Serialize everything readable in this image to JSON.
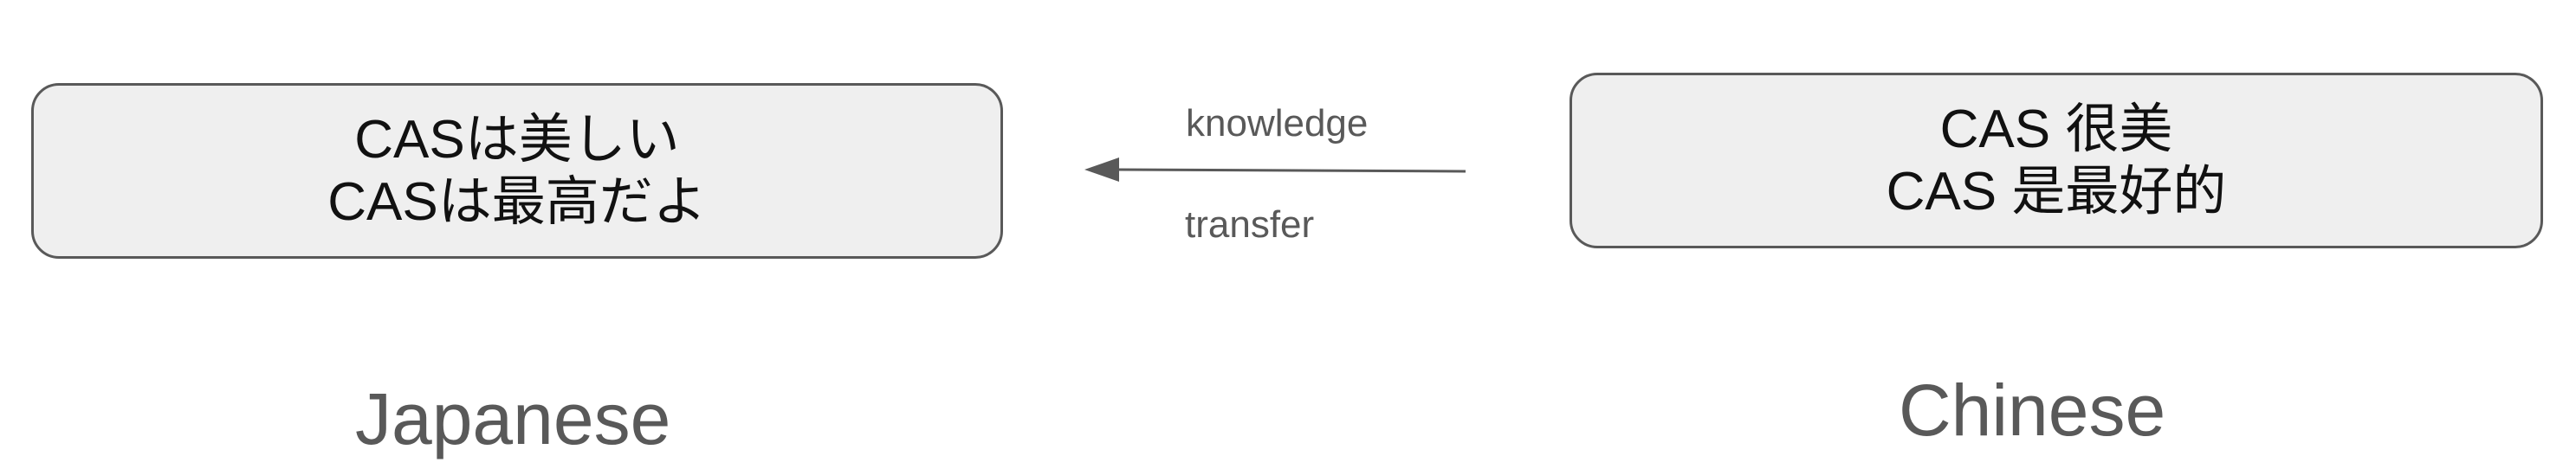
{
  "diagram": {
    "left_box": {
      "lines": [
        "CASは美しい",
        "CASは最高だよ"
      ],
      "caption": "Japanese"
    },
    "right_box": {
      "lines": [
        "CAS 很美",
        "CAS 是最好的"
      ],
      "caption": "Chinese"
    },
    "edge": {
      "label_top": "knowledge",
      "label_bottom": "transfer",
      "direction": "right-to-left"
    },
    "colors": {
      "box_fill": "#efefef",
      "box_border": "#595959",
      "text": "#111111",
      "caption_text": "#595959",
      "arrow": "#595959"
    }
  }
}
